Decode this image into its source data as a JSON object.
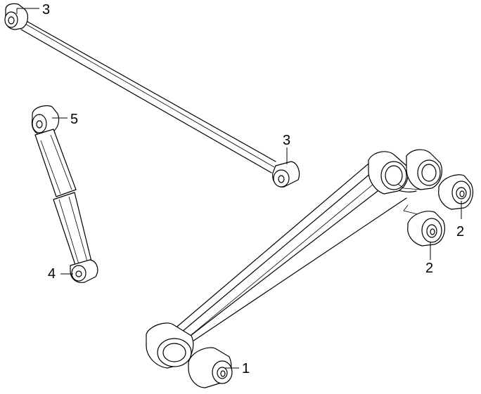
{
  "callouts": {
    "c1": "1",
    "c2a": "2",
    "c2b": "2",
    "c3a": "3",
    "c3b": "3",
    "c4": "4",
    "c5": "5"
  }
}
